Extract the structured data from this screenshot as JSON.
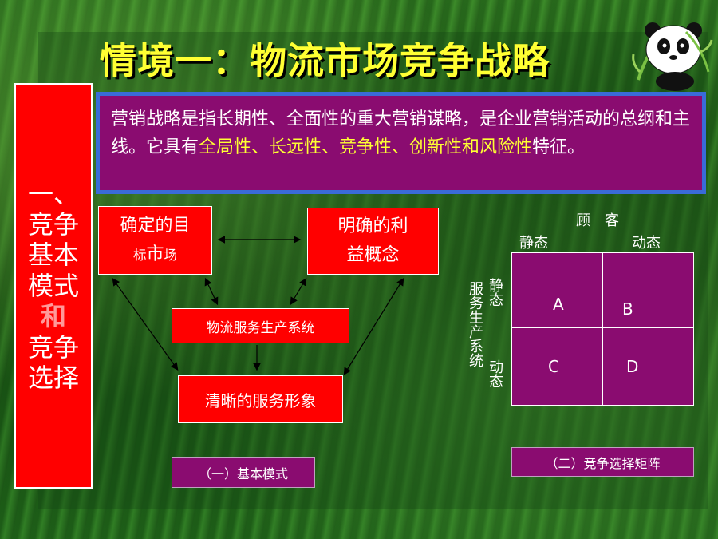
{
  "title": "情境一：物流市场竞争战略",
  "side_panel": {
    "lines": [
      "一、",
      "竞争",
      "基本",
      "模式"
    ],
    "and": "和",
    "lines2": [
      "竞争",
      "选择"
    ]
  },
  "definition": {
    "text_a": "营销战略是指长期性、全面性的重大营销谋略，是企业营销活动的总纲和主线。它具有",
    "highlight": "全局性、长远性、竞争性、创新性和风险性",
    "text_b": "特征。"
  },
  "basic_model": {
    "node1": "确定的目标市场",
    "node1_a": "确定的目",
    "node1_b": "标",
    "node1_c": "市",
    "node1_d": "场",
    "node2_a": "明确的利",
    "node2_b": "益概念",
    "node3": "物流服务生产系统",
    "node4": "清晰的服务形象",
    "caption": "（一）基本模式"
  },
  "matrix": {
    "top_label": "顾　客",
    "col_static": "静态",
    "col_dynamic": "动态",
    "side_label": "服务生产系统",
    "row_static": "静态",
    "row_dynamic": "动态",
    "cells": [
      "A",
      "B",
      "C",
      "D"
    ],
    "caption": "（二）竞争选择矩阵"
  },
  "colors": {
    "title": "#ffff33",
    "red_box": "#ff0000",
    "purple_box": "#8a0c70",
    "blue_border": "#3a6bd8"
  }
}
